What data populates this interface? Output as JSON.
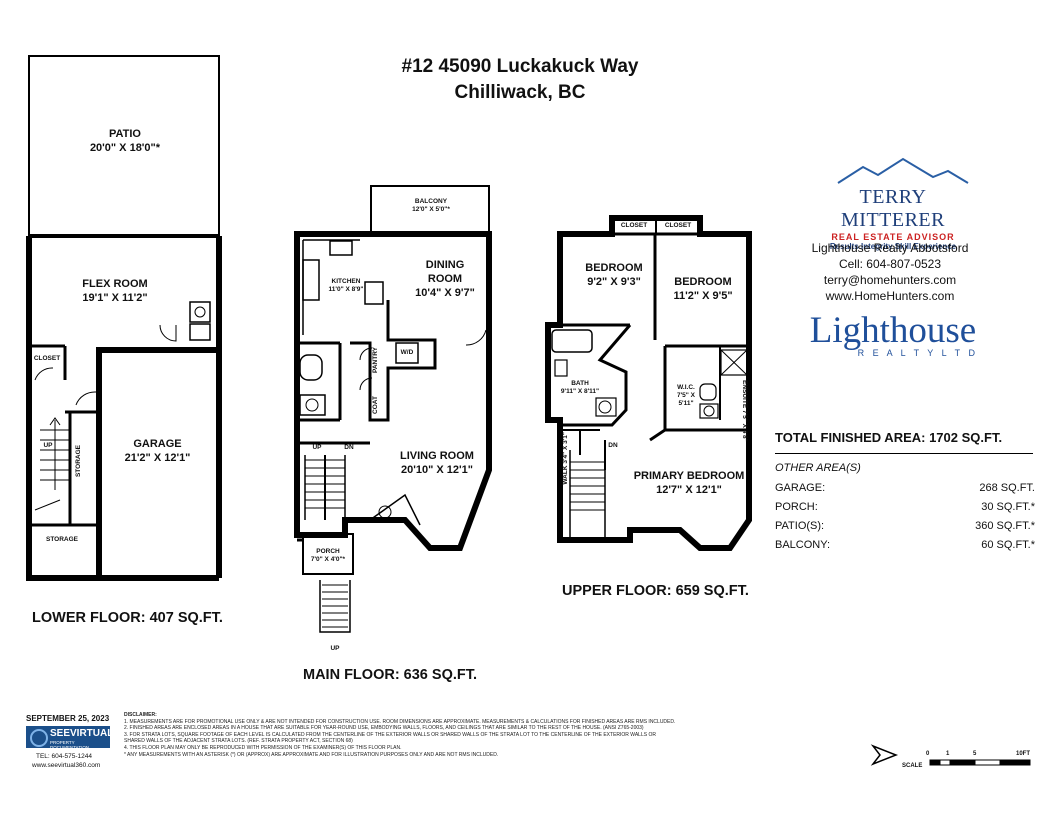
{
  "header": {
    "line1": "#12 45090 Luckakuck Way",
    "line2": "Chilliwack, BC"
  },
  "agent": {
    "logo_name": "TERRY MITTERER",
    "logo_role": "REAL ESTATE ADVISOR",
    "logo_tagline": "Results Integrity Skill Experience",
    "brokerage": "Lighthouse Realty Abbotsford",
    "cell": "Cell: 604-807-0523",
    "email": "terry@homehunters.com",
    "website": "www.HomeHunters.com",
    "brand": "Lighthouse",
    "brand_sub": "R E A L T Y   L T D"
  },
  "areas": {
    "total": "TOTAL FINISHED AREA:  1702 SQ.FT.",
    "other_heading": "OTHER AREA(S)",
    "rows": [
      {
        "label": "GARAGE:",
        "value": "268 SQ.FT."
      },
      {
        "label": "PORCH:",
        "value": "30 SQ.FT.*"
      },
      {
        "label": "PATIO(S):",
        "value": "360 SQ.FT.*"
      },
      {
        "label": "BALCONY:",
        "value": "60 SQ.FT.*"
      }
    ]
  },
  "lower": {
    "label": "LOWER FLOOR: 407 SQ.FT.",
    "patio": {
      "name": "PATIO",
      "dim": "20'0\" X 18'0\"*"
    },
    "flex": {
      "name": "FLEX ROOM",
      "dim": "19'1\" X 11'2\""
    },
    "garage": {
      "name": "GARAGE",
      "dim": "21'2\" X 12'1\""
    },
    "closet": "CLOSET",
    "storage1": "STORAGE",
    "storage2": "STORAGE",
    "up": "UP"
  },
  "main": {
    "label": "MAIN FLOOR: 636 SQ.FT.",
    "balcony": {
      "name": "BALCONY",
      "dim": "12'0\" X 5'0\"*"
    },
    "dining": {
      "name": "DINING ROOM",
      "dim": "10'4\" X 9'7\""
    },
    "kitchen": {
      "name": "KITCHEN",
      "dim": "11'0\" X 8'9\""
    },
    "living": {
      "name": "LIVING ROOM",
      "dim": "20'10\" X 12'1\""
    },
    "pantry": "PANTRY",
    "coat": "COAT",
    "wd": "W/D",
    "porch": {
      "name": "PORCH",
      "dim": "7'0\" X 4'0\"*"
    },
    "up": "UP",
    "dn": "DN",
    "up2": "UP"
  },
  "upper": {
    "label": "UPPER FLOOR: 659 SQ.FT.",
    "closet1": "CLOSET",
    "closet2": "CLOSET",
    "bed1": {
      "name": "BEDROOM",
      "dim": "9'2\" X 9'3\""
    },
    "bed2": {
      "name": "BEDROOM",
      "dim": "11'2\" X 9'5\""
    },
    "bath": {
      "name": "BATH",
      "dim": "9'11\" X 8'11\""
    },
    "wic": {
      "name": "W.I.C.",
      "dim": "7'5\" X 5'11\""
    },
    "ensuite": "ENSUITE",
    "ensuite_dim": "7'5\" X 4'8\"",
    "walk": "WALK",
    "walk_dim": "3'4\" X 3'1\"",
    "primary": {
      "name": "PRIMARY BEDROOM",
      "dim": "12'7\" X 12'1\""
    },
    "dn": "DN"
  },
  "footer": {
    "date": "SEPTEMBER 25, 2023",
    "company": "SEEVIRTUAL",
    "company_sub": "PROPERTY DOCUMENTATION",
    "tel": "TEL: 604-575-1244",
    "web": "www.seevirtual360.com",
    "disclaimer_heading": "DISCLAIMER:",
    "disclaimer": [
      "1. MEASUREMENTS ARE FOR PROMOTIONAL USE ONLY & ARE NOT INTENDED FOR CONSTRUCTION USE. ROOM DIMENSIONS ARE APPROXIMATE. MEASUREMENTS & CALCULATIONS FOR FINISHED AREAS ARE RMS INCLUDED.",
      "2. FINISHED AREAS ARE ENCLOSED AREAS IN A HOUSE THAT ARE SUITABLE FOR YEAR-ROUND USE, EMBODYING WALLS, FLOORS, AND CEILINGS THAT ARE SIMILAR TO THE REST OF THE HOUSE. (ANSI Z765-2003)",
      "3. FOR STRATA LOTS, SQUARE FOOTAGE OF EACH LEVEL IS CALCULATED FROM THE CENTERLINE OF THE EXTERIOR WALLS OR SHARED WALLS OF THE STRATA LOT TO THE CENTERLINE OF THE EXTERIOR WALLS OR",
      "SHARED WALLS OF THE ADJACENT STRATA LOTS. (REF. STRATA PROPERTY ACT, SECTION 68)",
      "4. THIS FLOOR PLAN MAY ONLY BE REPRODUCED WITH PERMISSION OF THE EXAMINER(S) OF THIS FLOOR PLAN.",
      "* ANY MEASUREMENTS WITH AN ASTERISK (*) OR (APPROX) ARE APPROXIMATE AND FOR ILLUSTRATION PURPOSES ONLY AND ARE NOT RMS INCLUDED."
    ],
    "scale_label": "SCALE",
    "scale_ticks": [
      "0",
      "1",
      "5",
      "10FT"
    ]
  }
}
